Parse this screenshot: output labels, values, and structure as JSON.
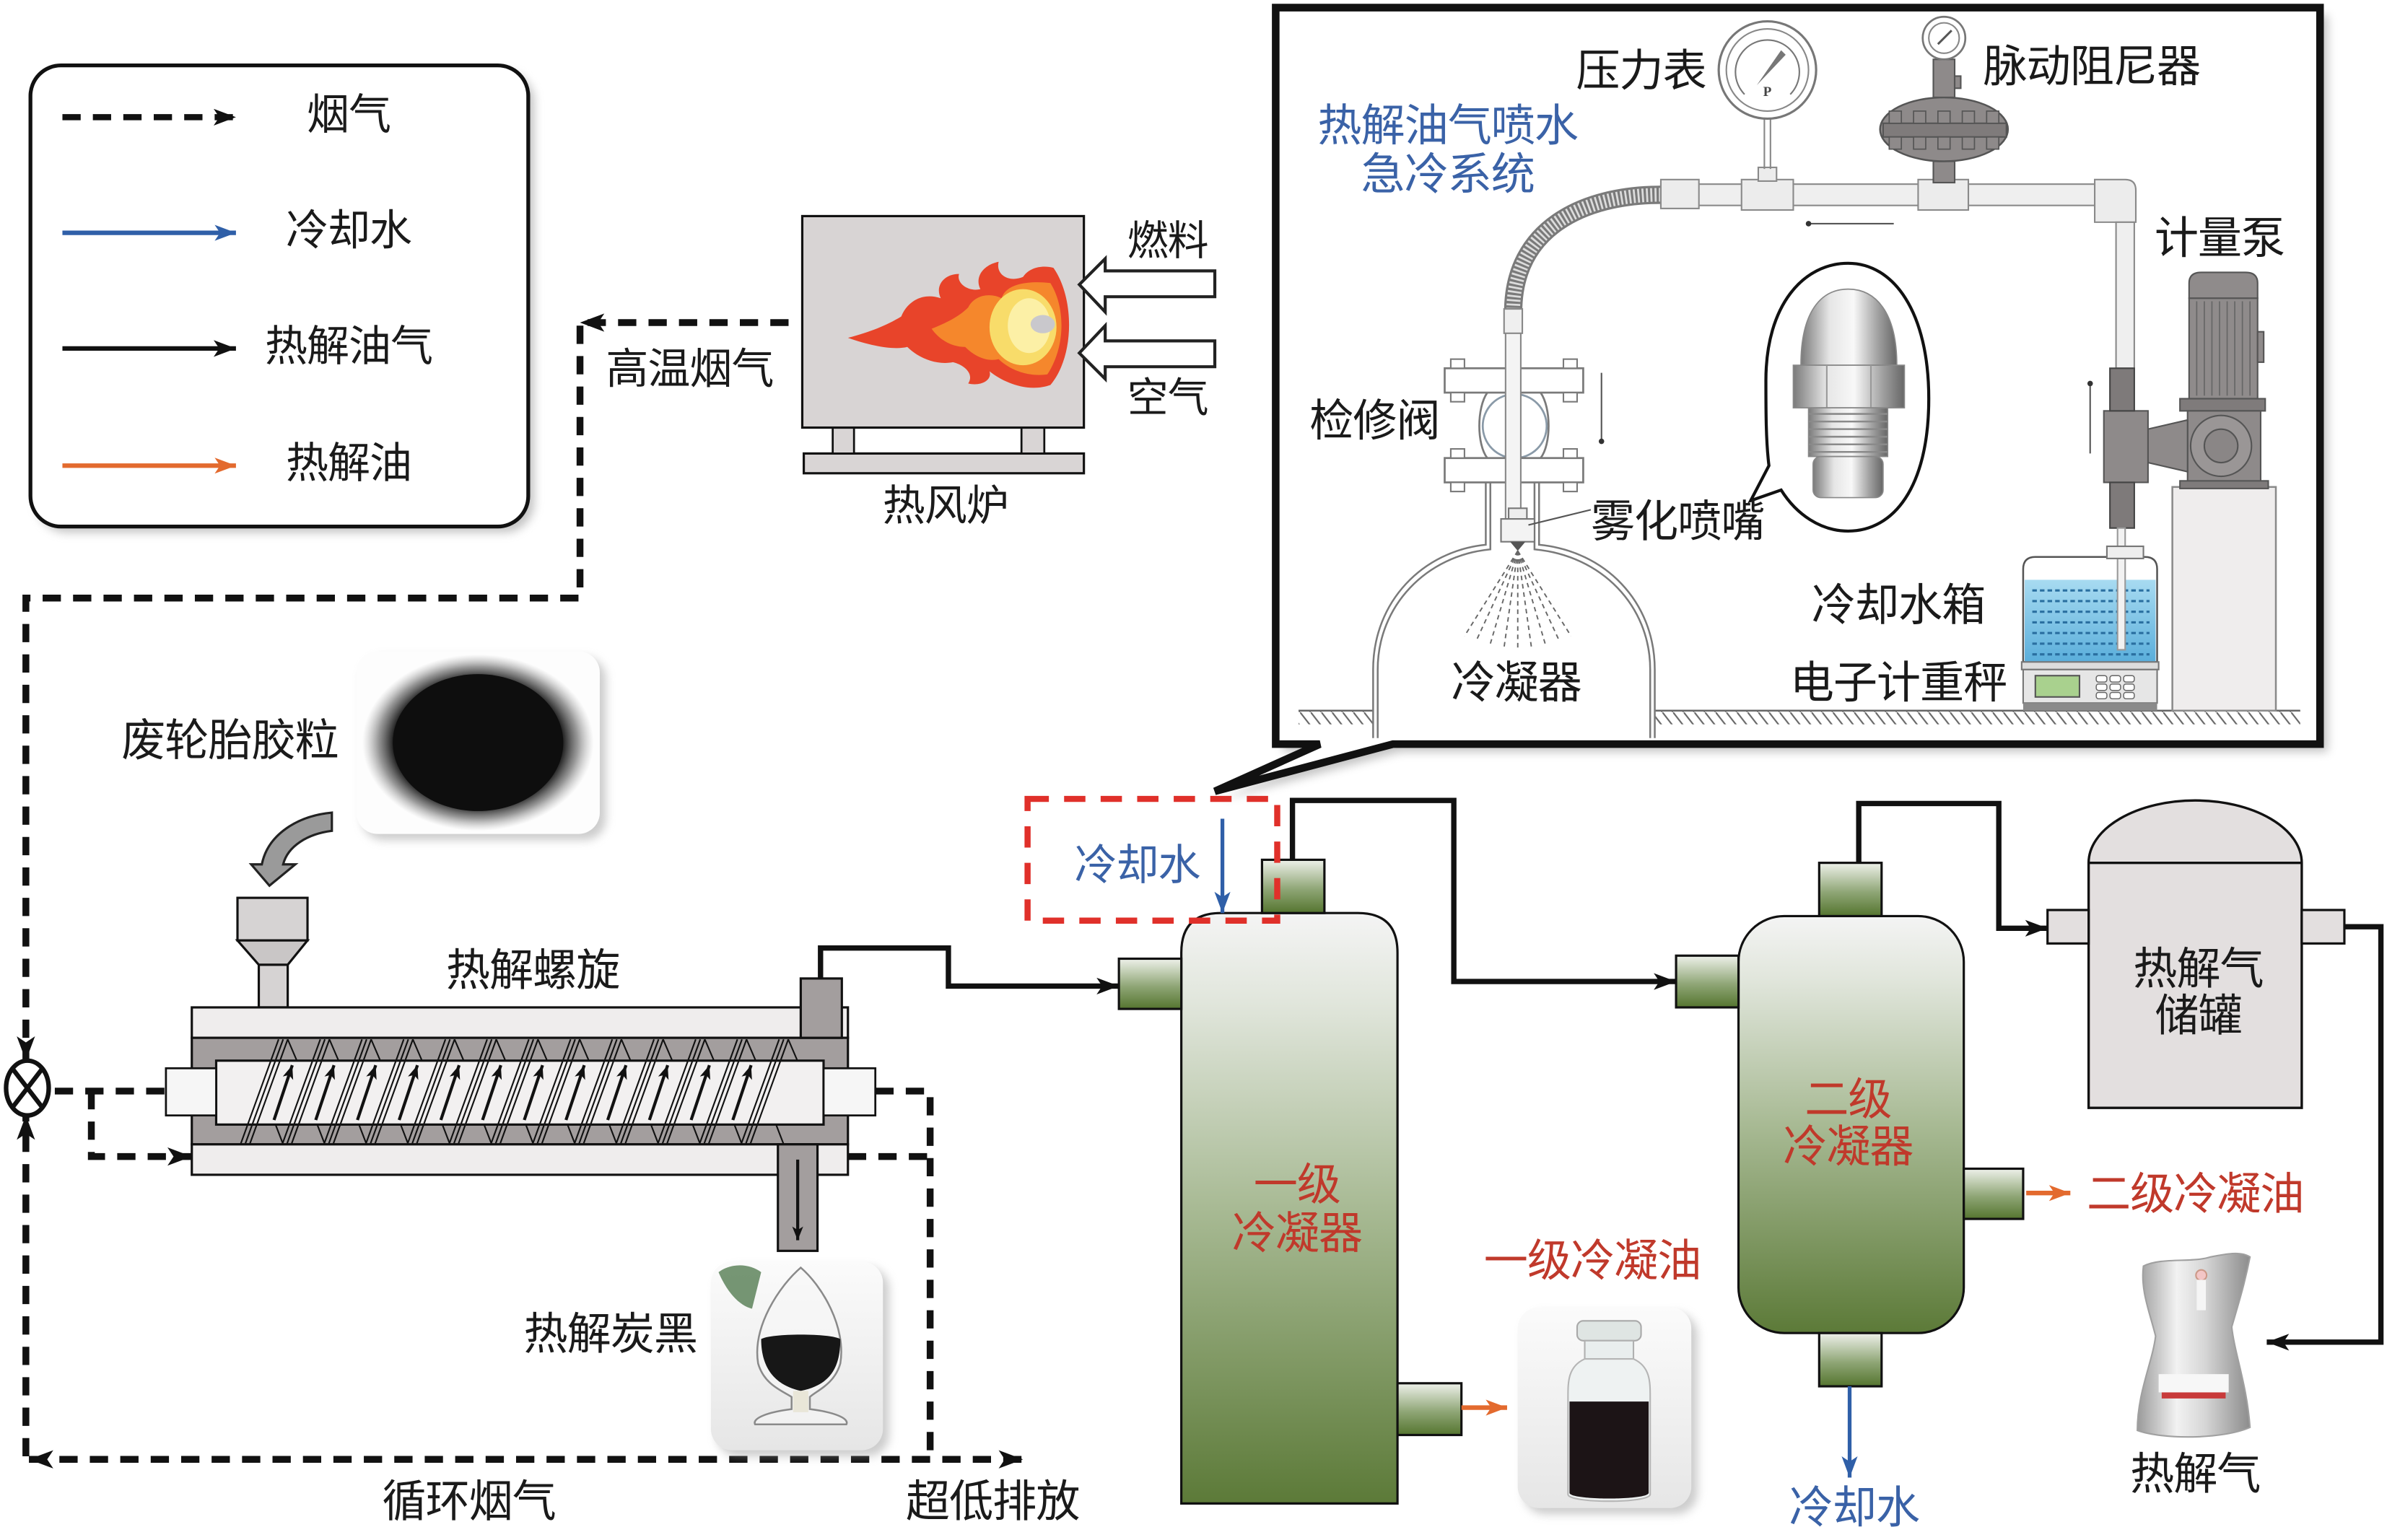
{
  "legend": {
    "items": [
      {
        "label": "烟气",
        "line_style": "dashed",
        "color": "#111111"
      },
      {
        "label": "冷却水",
        "line_style": "solid",
        "color": "#2f5fa8"
      },
      {
        "label": "热解油气",
        "line_style": "solid",
        "color": "#111111"
      },
      {
        "label": "热解油",
        "line_style": "solid",
        "color": "#e36a2e"
      }
    ]
  },
  "furnace": {
    "label": "热风炉",
    "inputs": [
      "燃料",
      "空气"
    ],
    "outlet_label": "高温烟气"
  },
  "quench_system": {
    "title_line1": "热解油气喷水",
    "title_line2": "急冷系统",
    "pressure_gauge": "压力表",
    "gauge_letter": "P",
    "pulsation_damper": "脉动阻尼器",
    "metering_pump": "计量泵",
    "service_valve": "检修阀",
    "atomizing_nozzle": "雾化喷嘴",
    "condenser": "冷凝器",
    "cooling_water_tank": "冷却水箱",
    "electronic_scale": "电子计重秤"
  },
  "reactor": {
    "feedstock_label": "废轮胎胶粒",
    "screw_label": "热解螺旋",
    "char_label": "热解炭黑",
    "recycle_label": "循环烟气",
    "emission_label": "超低排放"
  },
  "condensers": {
    "cooling_water_in": "冷却水",
    "cooling_water_out": "冷却水",
    "first": {
      "line1": "一级",
      "line2": "冷凝器",
      "product": "一级冷凝油"
    },
    "second": {
      "line1": "二级",
      "line2": "冷凝器",
      "product": "二级冷凝油"
    }
  },
  "gas_storage": {
    "line1": "热解气",
    "line2": "储罐",
    "product": "热解气"
  },
  "colors": {
    "flue_gas": "#111111",
    "cooling_water": "#2f5fa8",
    "pyrolysis_vapor": "#111111",
    "pyrolysis_oil": "#e36a2e",
    "highlight_box": "#e0302a",
    "red_text": "#c0392b",
    "blue_text": "#3a62a7",
    "default_text": "#1a1a1a"
  }
}
